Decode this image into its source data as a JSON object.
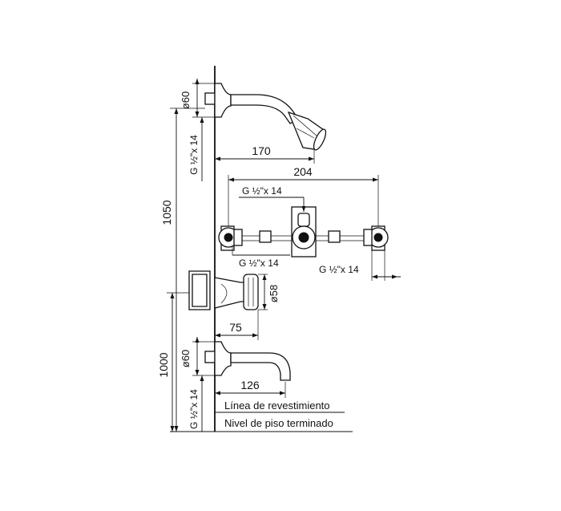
{
  "dimensions": {
    "total_height_upper": "1050",
    "total_height_lower": "1000",
    "shower_flange_diameter": "ø60",
    "shower_thread_upper": "G ½\"x 14",
    "shower_arm_projection": "170",
    "valve_set_width": "204",
    "valve_thread_top": "G ½\"x 14",
    "valve_thread_left": "G ½\"x 14",
    "valve_thread_right": "G ½\"x 14",
    "handle_diameter": "ø58",
    "handle_projection": "75",
    "spout_flange_diameter": "ø60",
    "spout_projection": "126",
    "spout_thread_lower": "G ½\"x 14"
  },
  "labels": {
    "wall_finish_line": "Línea de revestimiento",
    "floor_finish_level": "Nivel de piso terminado"
  },
  "colors": {
    "ink": "#111111",
    "background": "#ffffff"
  }
}
